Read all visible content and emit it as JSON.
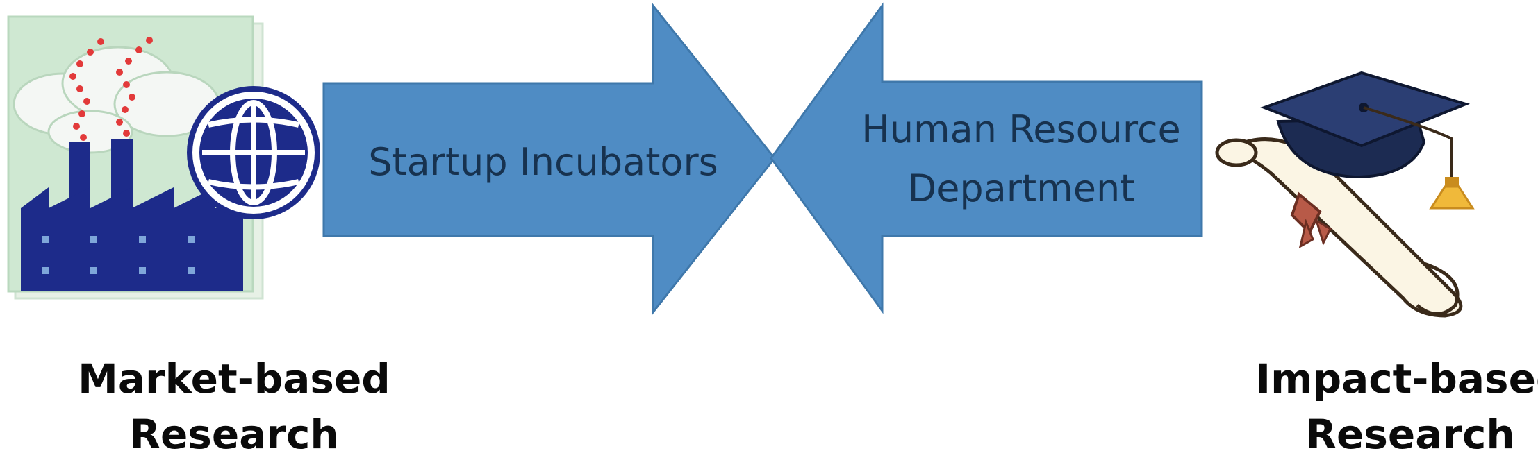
{
  "diagram": {
    "left_arrow": {
      "label": "Startup Incubators"
    },
    "right_arrow": {
      "label_line1": "Human Resource",
      "label_line2": "Department"
    },
    "left_caption": {
      "line1": "Market-based",
      "line2": "Research"
    },
    "right_caption": {
      "line1": "Impact-based",
      "line2": "Research"
    },
    "icons": {
      "left": "factory-globe-icon",
      "right": "graduation-cap-diploma-icon"
    },
    "colors": {
      "arrow_fill": "#4f8cc4",
      "arrow_stroke": "#3f78ab",
      "factory": "#1d2b8a",
      "globe": "#1d2b8a",
      "factory_bg": "#c8e6cd",
      "cap": "#1c2b52",
      "tassel": "#f0b93a",
      "diploma_ribbon": "#b85a48"
    }
  }
}
